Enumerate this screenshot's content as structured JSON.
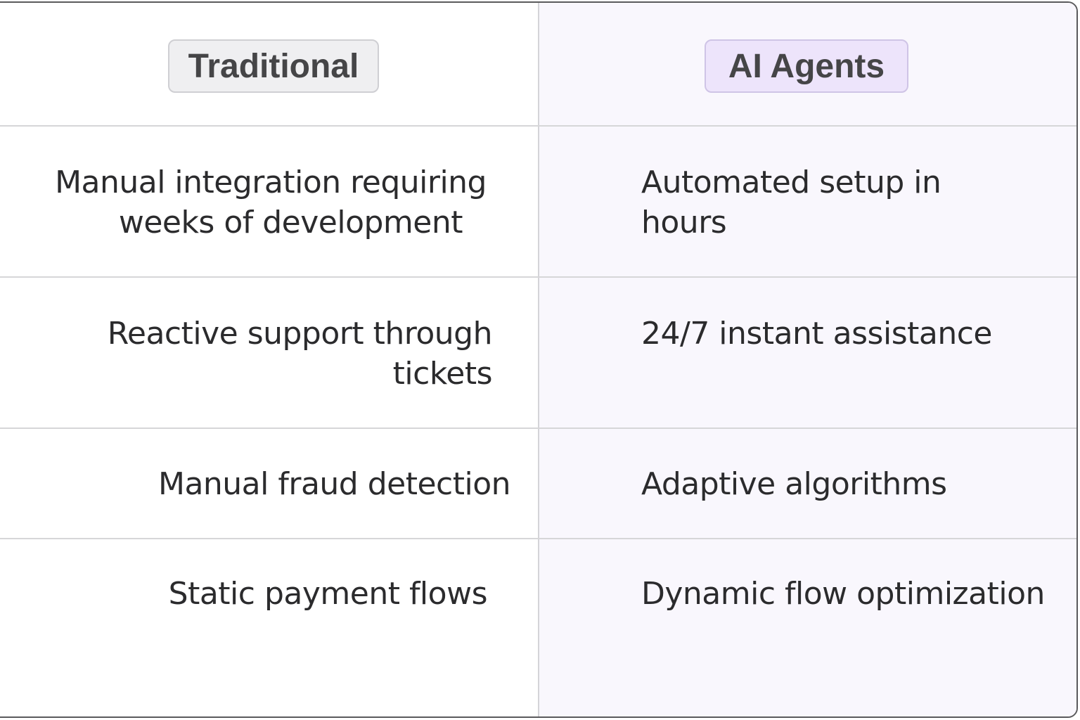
{
  "comparison": {
    "columns": [
      {
        "label": "Traditional",
        "header_bg": "#efeff1",
        "column_bg": "#ffffff"
      },
      {
        "label": "AI Agents",
        "header_bg": "#ede4fb",
        "column_bg": "#f9f7fd"
      }
    ],
    "rows": [
      {
        "traditional": [
          "Manual integration requiring",
          "weeks of development"
        ],
        "ai_agents": [
          "Automated setup in",
          "hours"
        ]
      },
      {
        "traditional": [
          "Reactive support through",
          "tickets"
        ],
        "ai_agents": [
          "24/7 instant assistance"
        ]
      },
      {
        "traditional": [
          "Manual fraud detection"
        ],
        "ai_agents": [
          "Adaptive algorithms"
        ]
      },
      {
        "traditional": [
          "Static payment flows"
        ],
        "ai_agents": [
          "Dynamic flow optimization"
        ]
      }
    ]
  },
  "colors": {
    "text": "#2b2b2d",
    "header_text": "#454547",
    "grid_line": "#d6d6d8",
    "frame_border": "#5a5a5c"
  }
}
